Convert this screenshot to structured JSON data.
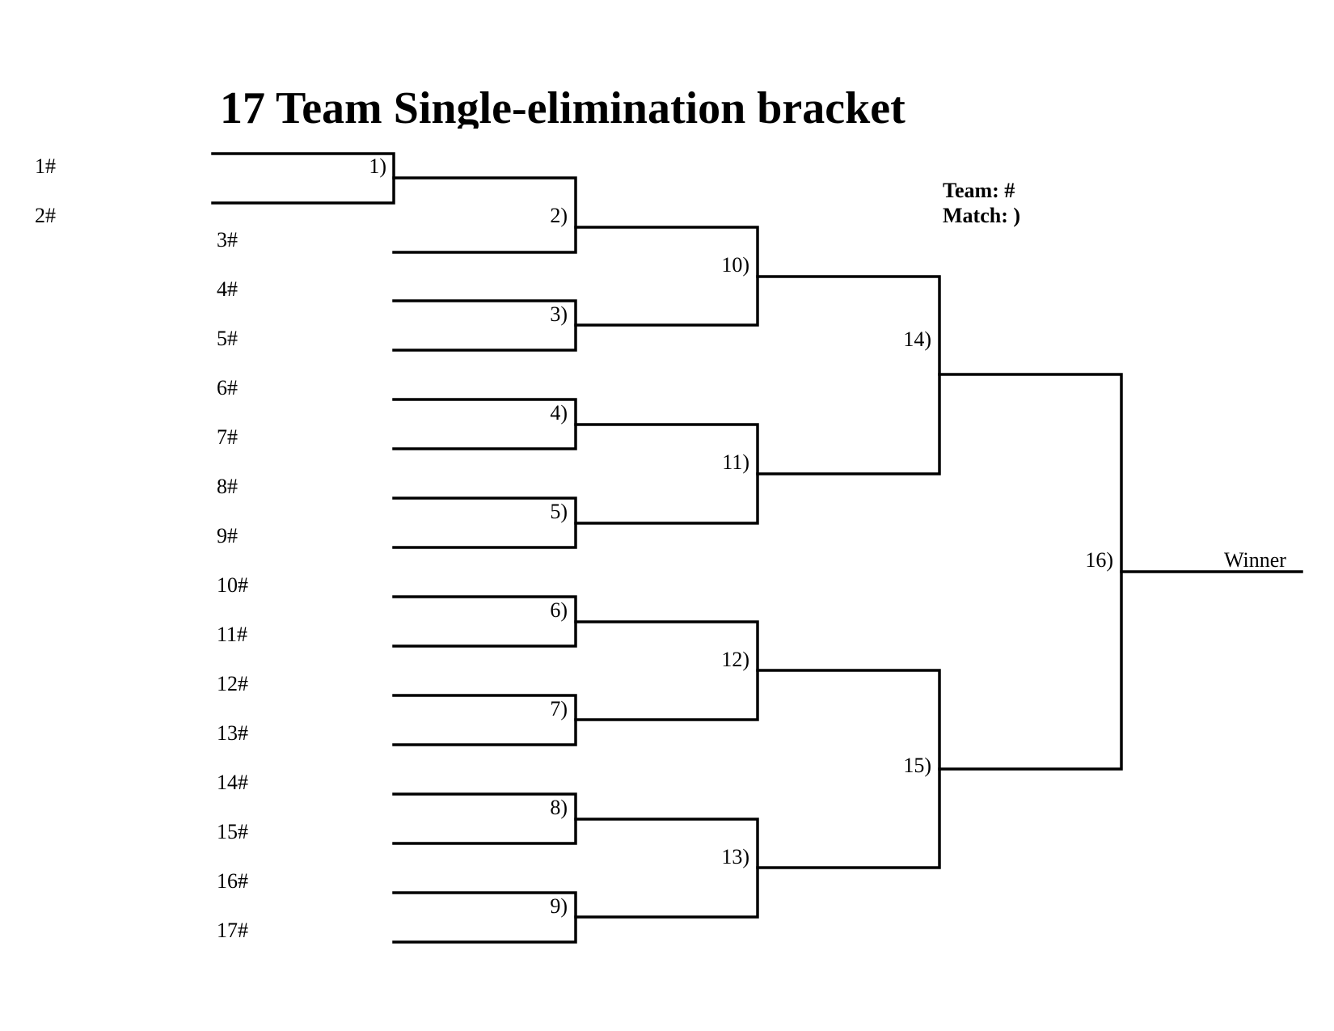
{
  "title": "17 Team Single-elimination bracket",
  "legend": {
    "team": "Team: #",
    "match": "Match: )"
  },
  "teams": [
    "1#",
    "2#",
    "3#",
    "4#",
    "5#",
    "6#",
    "7#",
    "8#",
    "9#",
    "10#",
    "11#",
    "12#",
    "13#",
    "14#",
    "15#",
    "16#",
    "17#"
  ],
  "matches": [
    "1)",
    "2)",
    "3)",
    "4)",
    "5)",
    "6)",
    "7)",
    "8)",
    "9)",
    "10)",
    "11)",
    "12)",
    "13)",
    "14)",
    "15)",
    "16)"
  ],
  "winner": "Winner",
  "colors": {
    "line": "#000000",
    "background": "#ffffff"
  }
}
